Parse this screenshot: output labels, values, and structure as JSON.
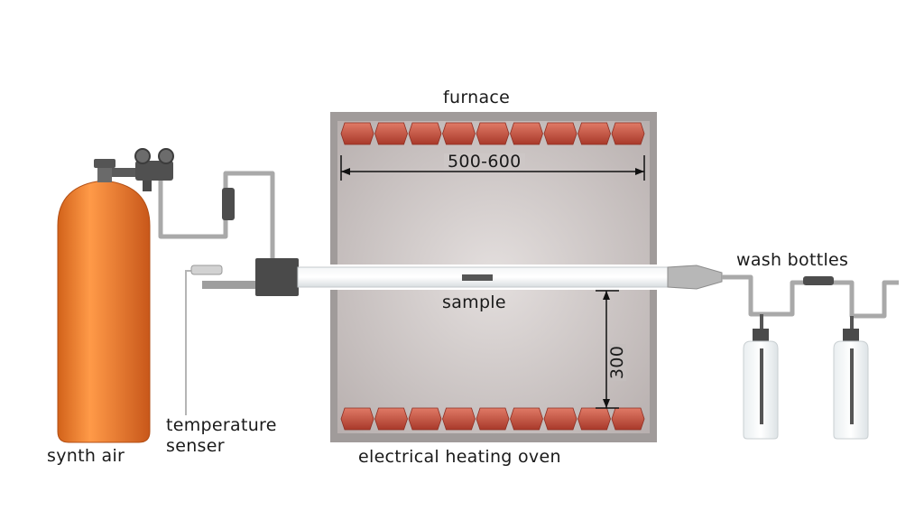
{
  "labels": {
    "furnace": "furnace",
    "length_dim": "500-600",
    "height_dim": "300",
    "sample": "sample",
    "wash_bottles": "wash bottles",
    "temperature_sensor_line1": "temperature",
    "temperature_sensor_line2": "senser",
    "synth_air": "synth air",
    "oven": "electrical heating oven"
  },
  "colors": {
    "cylinder": "#ee7a22",
    "heating_brick": "#c9503e",
    "furnace_interior": "#cfc9c8",
    "furnace_frame": "#9d9898",
    "pipe": "#a9a9a9",
    "fitting": "#4a4a4a"
  }
}
